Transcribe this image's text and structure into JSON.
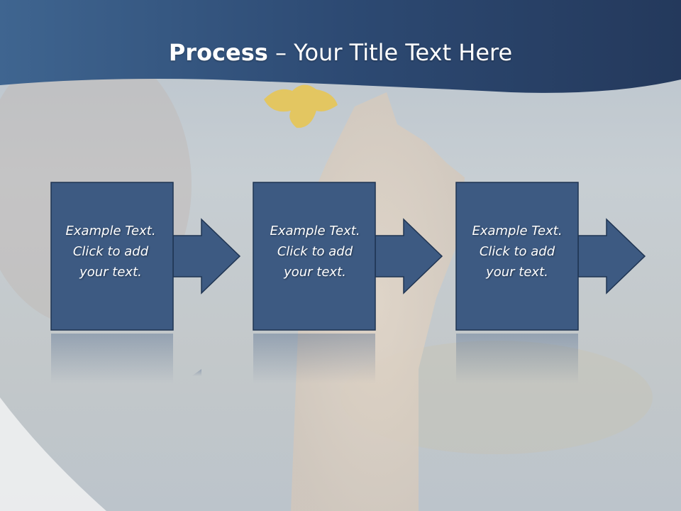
{
  "slide": {
    "title_bold": "Process",
    "title_rest": " – Your Title Text Here"
  },
  "steps": [
    {
      "line1": "Example Text.",
      "line2": "Click  to add",
      "line3": "your text."
    },
    {
      "line1": "Example Text.",
      "line2": "Click  to add",
      "line3": "your text."
    },
    {
      "line1": "Example Text.",
      "line2": "Click  to add",
      "line3": "your text."
    }
  ],
  "colors": {
    "banner": "#2f4a71",
    "box_fill": "#3d5a82",
    "box_border": "#1f3452",
    "background": "#c9cfd3"
  }
}
